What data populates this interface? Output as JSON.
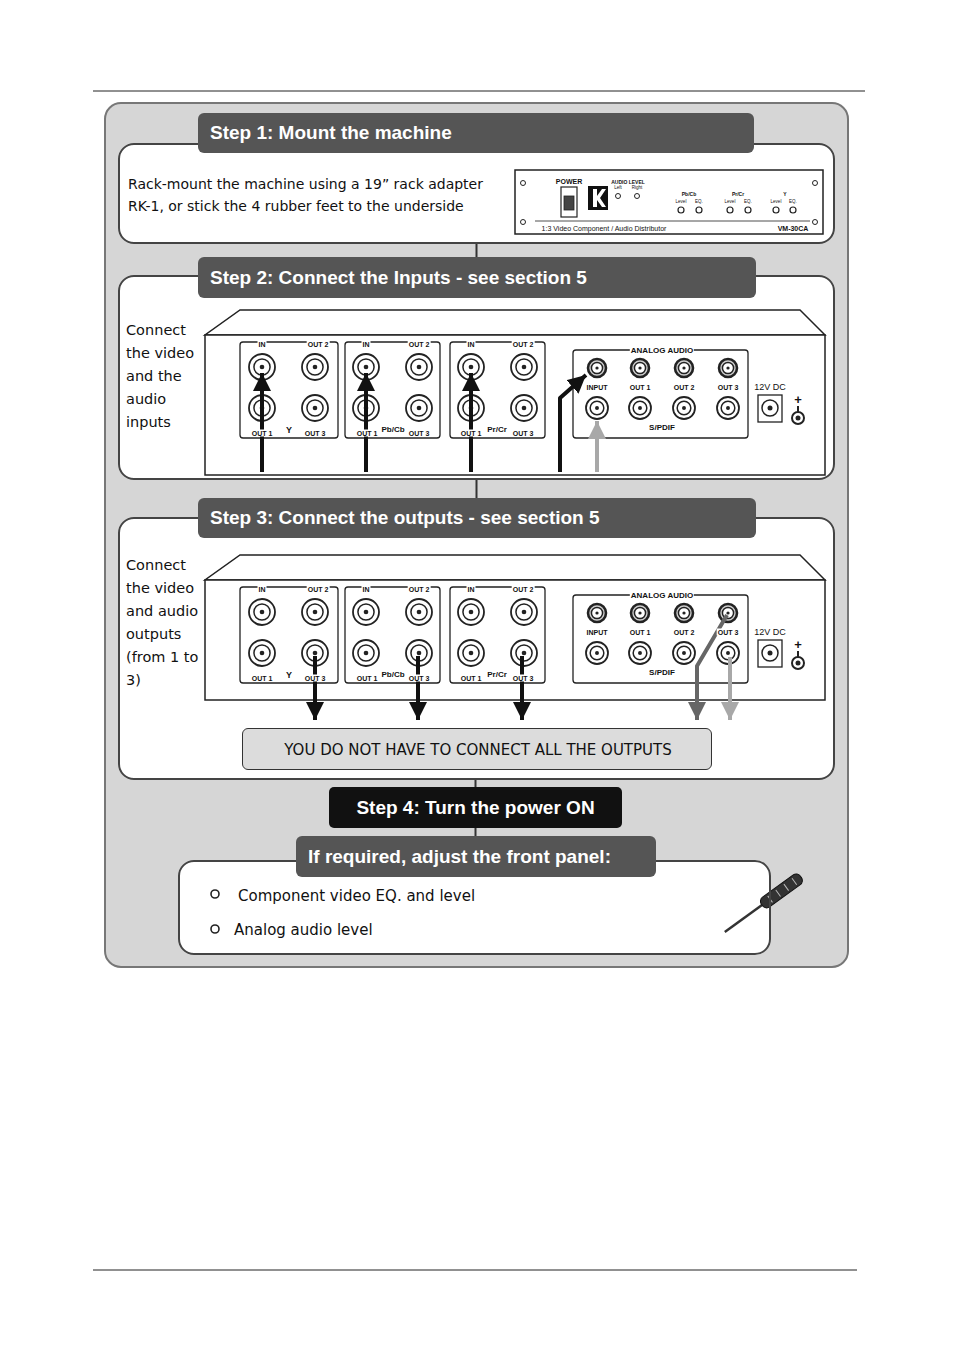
{
  "diagram": {
    "nodes": [
      {
        "text": [
          "Step 1: Mount the machine",
          "Rack-mount the machine using a 19” rack adapter RK-1, or stick the 4 rubber feet to the underside"
        ]
      },
      {
        "text": [
          "Step 2: Connect the Inputs - see section 5",
          "Connect the video and the audio inputs"
        ]
      },
      {
        "text": [
          "Step 3: Connect the outputs - see section 5",
          "Connect the video and audio outputs (from 1 to 3)"
        ]
      },
      {
        "text": [
          "YOU DO NOT HAVE TO CONNECT ALL THE OUTPUTS"
        ],
        "in": 2
      },
      {
        "text": [
          "Step 4: Turn the power ON"
        ]
      },
      {
        "text": [
          "If required, adjust the front panel:",
          "Component video EQ. and level",
          "Analog audio level"
        ]
      }
    ],
    "edges": [
      {
        "from": 0,
        "to": 1,
        "arrow": "none"
      },
      {
        "from": 1,
        "to": 2,
        "arrow": "none"
      },
      {
        "from": 2,
        "to": 4,
        "arrow": "none"
      },
      {
        "from": 4,
        "to": 5,
        "arrow": "none"
      }
    ],
    "labels": [
      "POWER",
      "AUDIO LEVEL",
      "Left",
      "Right",
      "Pb/Cb",
      "Pr/Cr",
      "Y",
      "Level",
      "EQ.",
      "Level",
      "EQ.",
      "Level",
      "EQ.",
      "1:3 Video Component / Audio Distributor",
      "VM-30CA",
      "IN",
      "OUT 2",
      "OUT 1",
      "Y",
      "OUT 3",
      "IN",
      "OUT 2",
      "OUT 1",
      "Pb/Cb",
      "OUT 3",
      "IN",
      "OUT 2",
      "OUT 1",
      "Pr/Cr",
      "OUT 3",
      "ANALOG AUDIO",
      "INPUT",
      "OUT 1",
      "OUT 2",
      "OUT 3",
      "S/PDIF",
      "12V DC",
      "+",
      "IN",
      "OUT 2",
      "OUT 1",
      "Y",
      "OUT 3",
      "IN",
      "OUT 2",
      "OUT 1",
      "Pb/Cb",
      "OUT 3",
      "IN",
      "OUT 2",
      "OUT 1",
      "Pr/Cr",
      "OUT 3",
      "ANALOG AUDIO",
      "INPUT",
      "OUT 1",
      "OUT 2",
      "OUT 3",
      "S/PDIF",
      "12V DC",
      "+"
    ]
  }
}
